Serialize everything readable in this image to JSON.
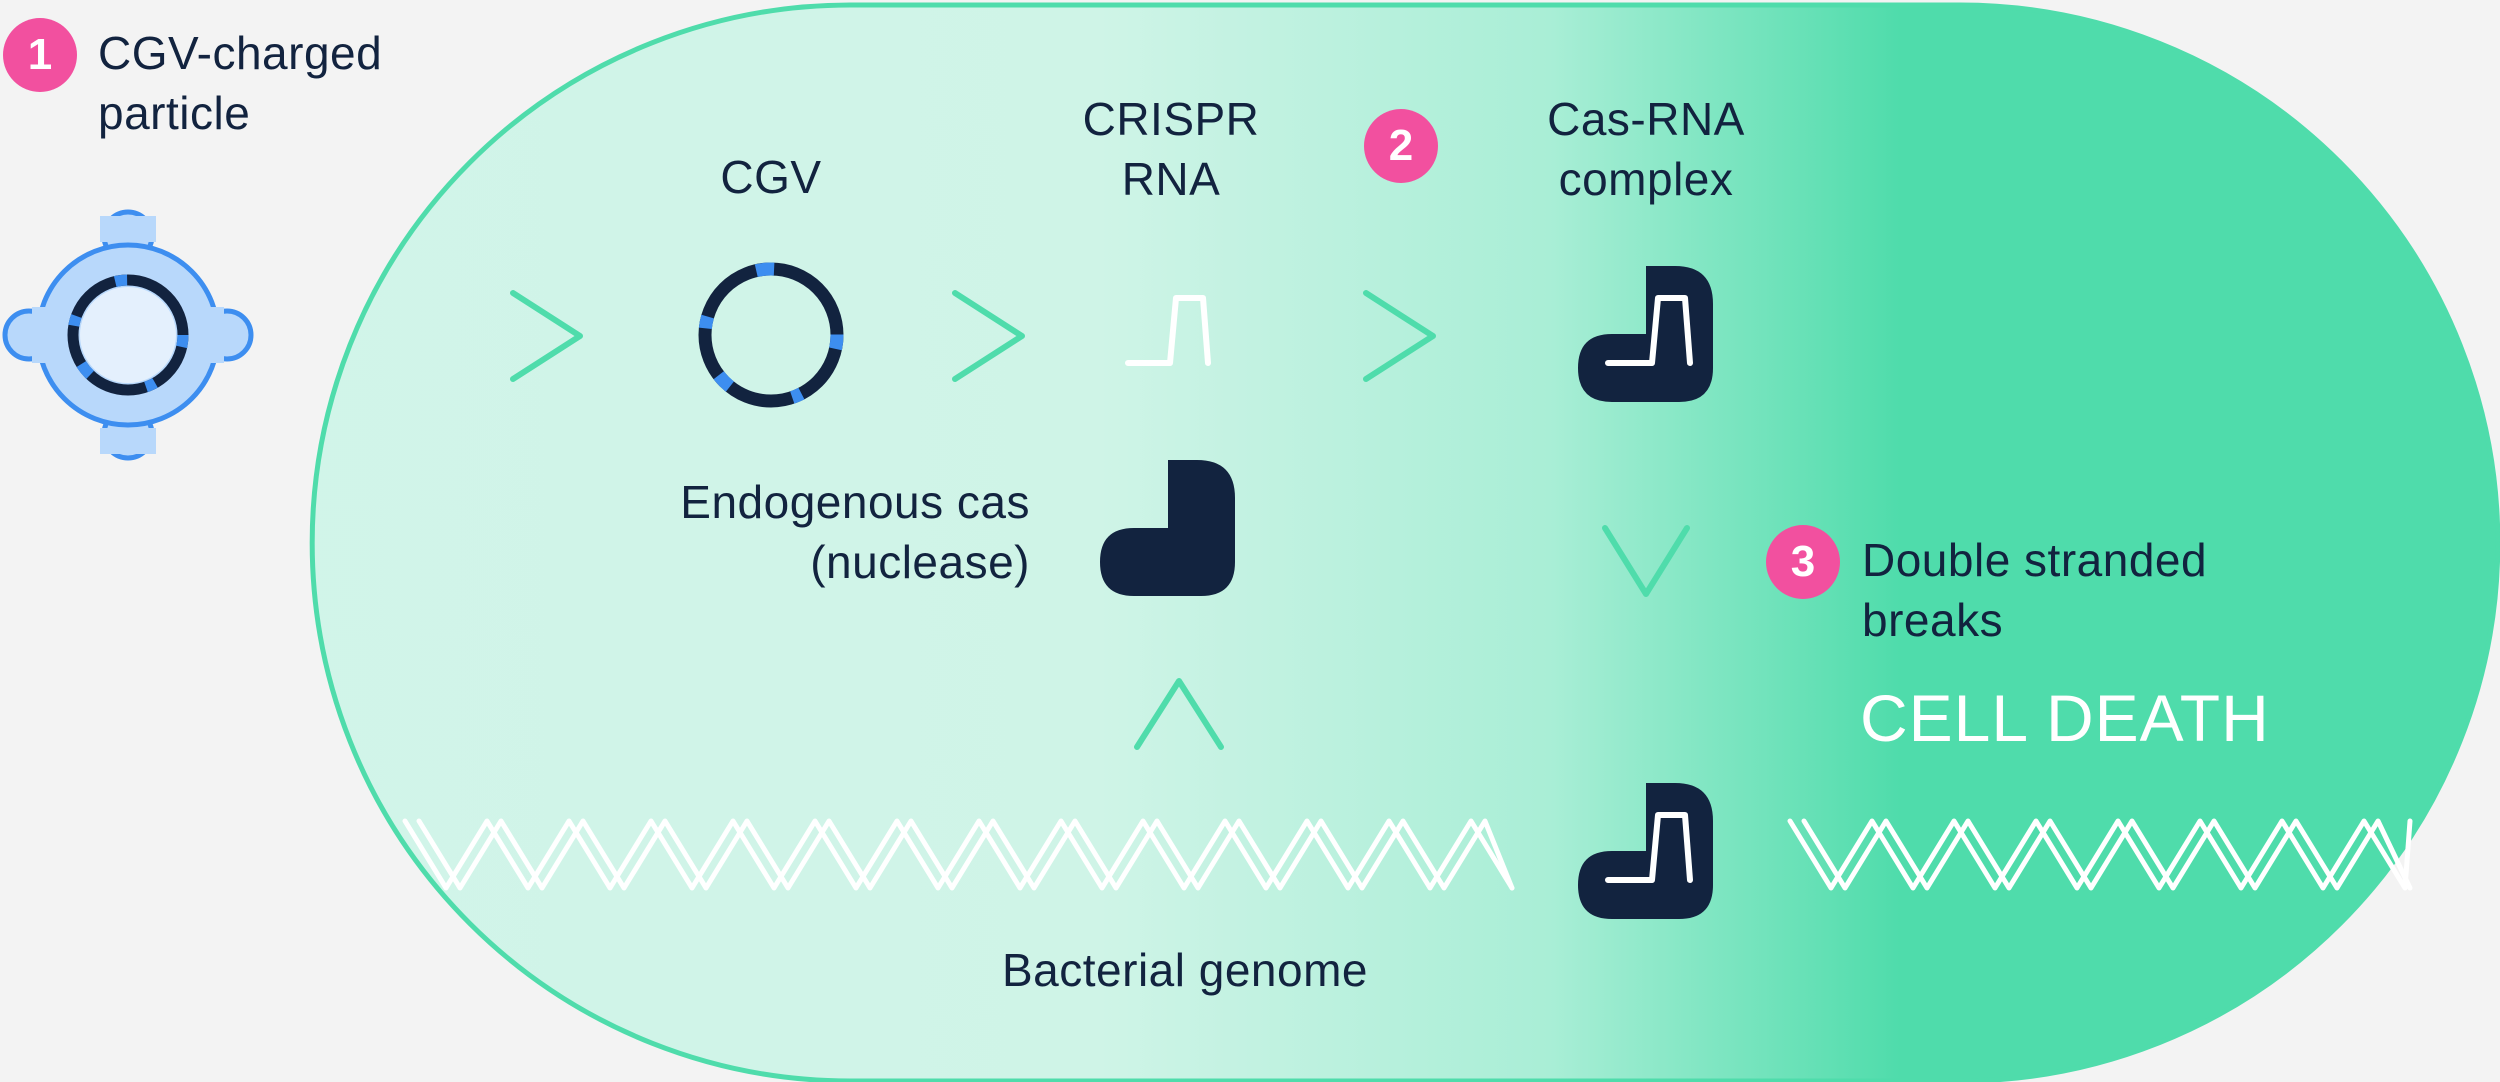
{
  "steps": [
    {
      "number": "1",
      "label": "CGV-charged\nparticle"
    },
    {
      "number": "2"
    },
    {
      "number": "3",
      "label": "Double stranded\nbreaks"
    }
  ],
  "labels": {
    "cgv": "CGV",
    "crispr_rna": "CRISPR\nRNA",
    "cas_rna_complex": "Cas-RNA\ncomplex",
    "endogenous_cas": "Endogenous cas\n(nuclease)",
    "cell_death": "CELL DEATH",
    "bacterial_genome": "Bacterial genome"
  },
  "colors": {
    "background": "#f3f3f3",
    "cell_light": "#d2f5ea",
    "cell_dark": "#4fdcab",
    "cell_outline": "#4fdcab",
    "arrow": "#4fdcab",
    "dark_navy": "#12233f",
    "particle_blue": "#3d8ef0",
    "particle_light": "#b8d8fb",
    "badge_pink": "#f2509f",
    "dna_white": "#ffffff"
  },
  "icons": {
    "particle": "cgv-particle-icon",
    "plasmid": "plasmid-ring-icon",
    "crispr_rna": "rna-strand-icon",
    "cas_protein": "cas-protein-icon",
    "cas_rna_complex": "cas-rna-complex-icon",
    "arrow": "chevron-arrow-icon",
    "dna": "dna-helix-icon"
  }
}
